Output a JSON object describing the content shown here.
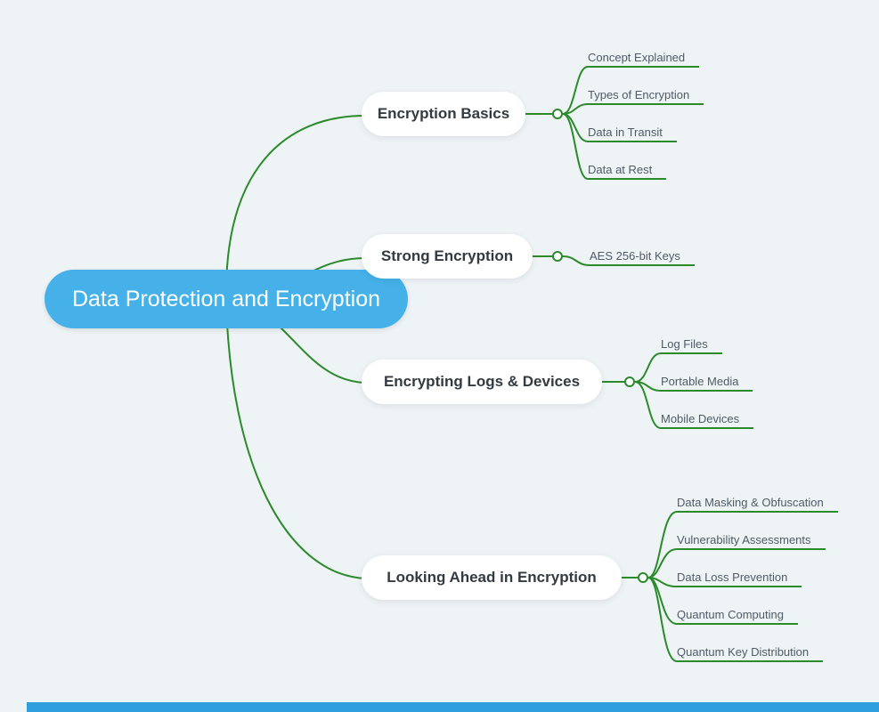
{
  "colors": {
    "edge": "#2b8a2b",
    "root_fill": "#45b1e8",
    "bottom_bar": "#2f9fe0",
    "background": "#eef3f6"
  },
  "root": {
    "label": "Data Protection and Encryption"
  },
  "branches": [
    {
      "label": "Encryption Basics",
      "children": [
        "Concept Explained",
        "Types of Encryption",
        "Data in Transit",
        "Data at Rest"
      ]
    },
    {
      "label": "Strong Encryption",
      "children": [
        "AES 256-bit Keys"
      ]
    },
    {
      "label": "Encrypting Logs & Devices",
      "children": [
        "Log Files",
        "Portable Media",
        "Mobile Devices"
      ]
    },
    {
      "label": "Looking Ahead in Encryption",
      "children": [
        "Data Masking & Obfuscation",
        "Vulnerability Assessments",
        "Data Loss Prevention",
        "Quantum Computing",
        "Quantum Key Distribution"
      ]
    }
  ]
}
